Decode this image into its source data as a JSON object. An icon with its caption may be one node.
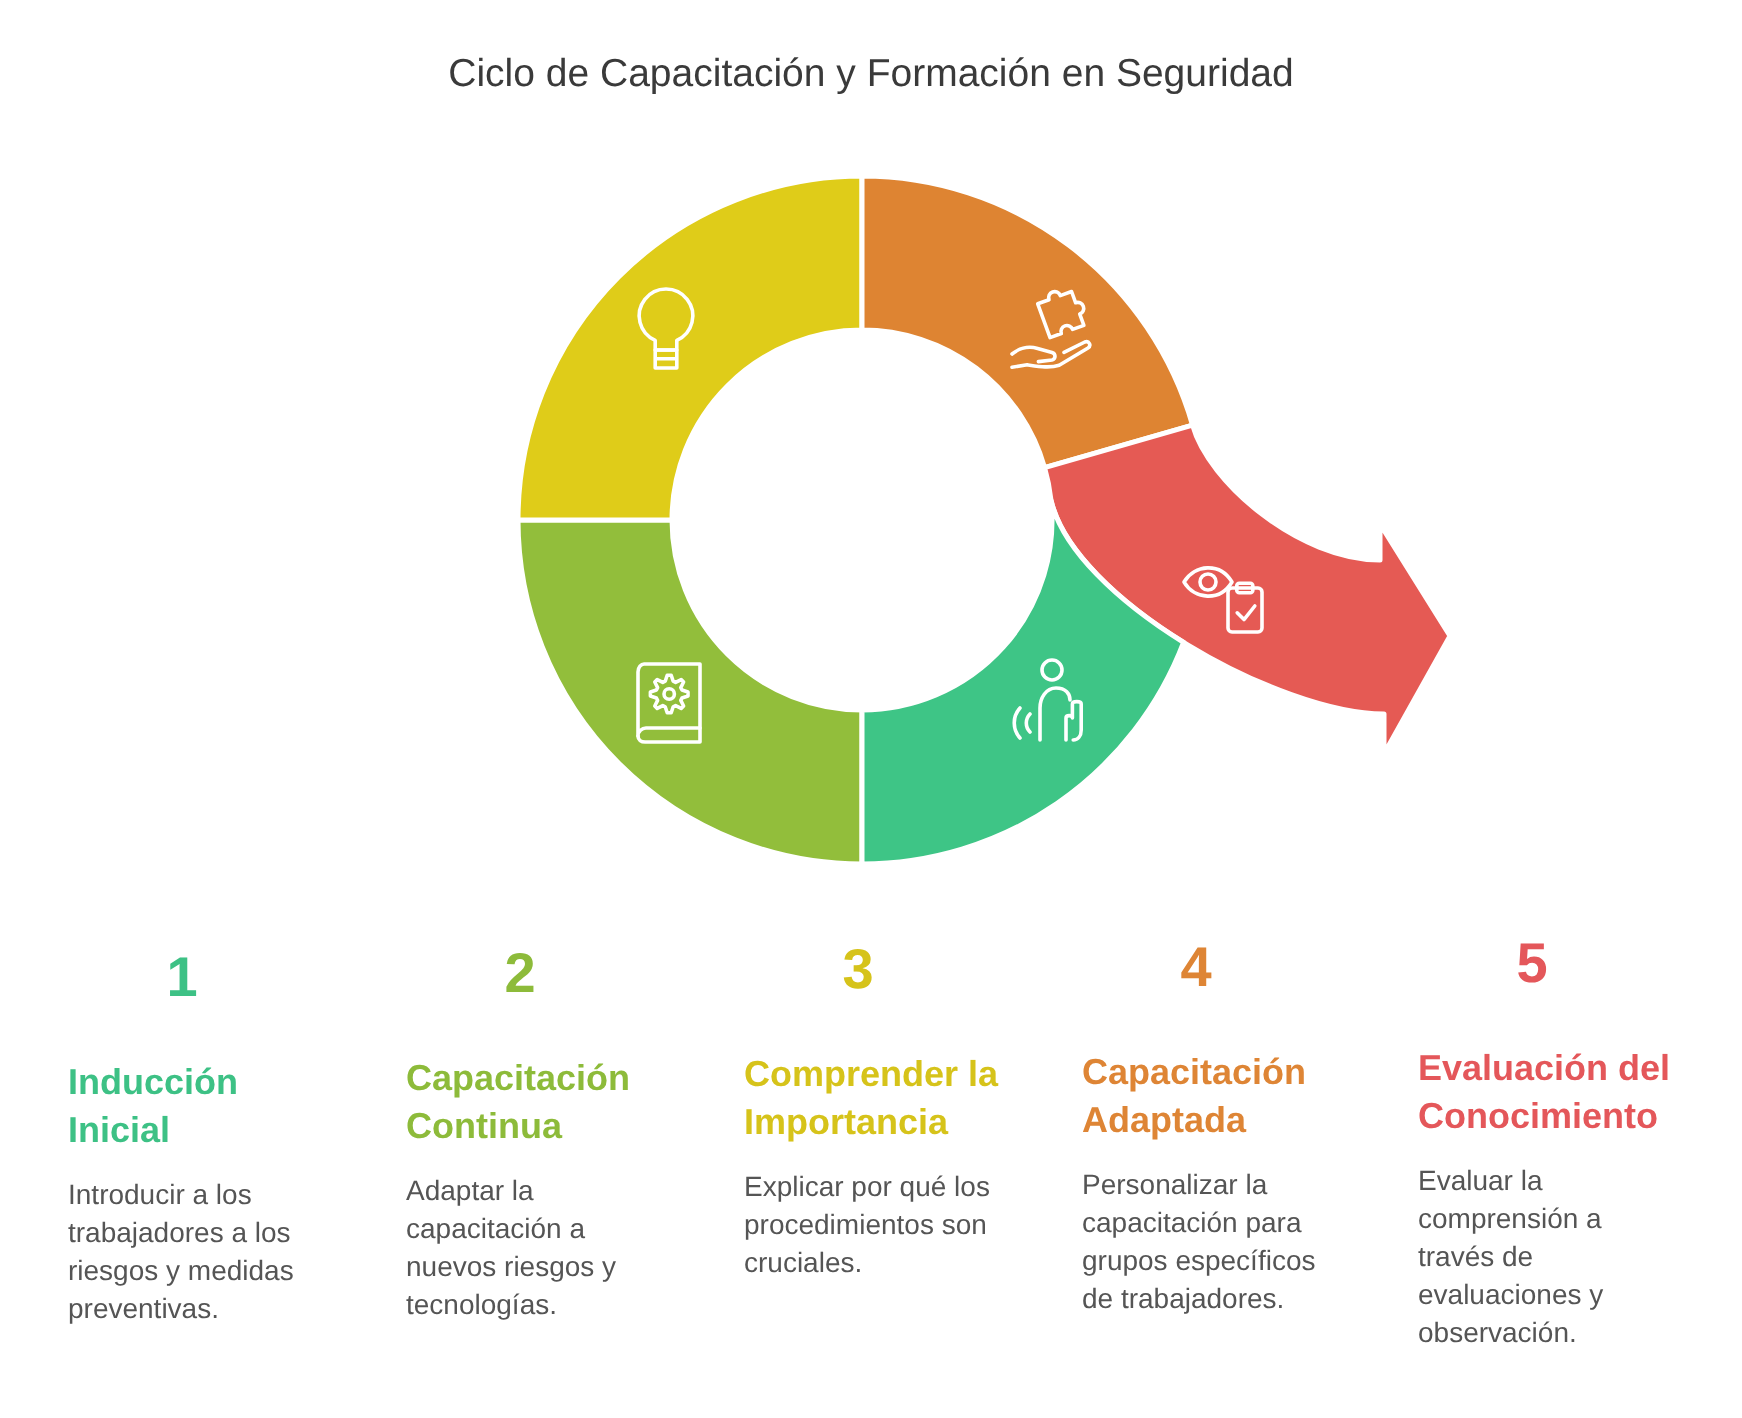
{
  "diagram": {
    "title": "Ciclo de Capacitación y Formación en Seguridad",
    "nodes": [
      {
        "text": [],
        "shape": "arc"
      },
      {
        "text": [],
        "shape": "arc"
      },
      {
        "text": [],
        "shape": "arc"
      },
      {
        "text": [],
        "shape": "arc"
      },
      {
        "text": [],
        "shape": "arrow"
      }
    ],
    "labels": [
      "1",
      "Inducción Inicial",
      "Introducir a los trabajadores a los riesgos y medidas preventivas.",
      "2",
      "Capacitación Continua",
      "Adaptar la capacitación a nuevos riesgos y tecnologías.",
      "3",
      "Comprender la Importancia",
      "Explicar por qué los procedimientos son cruciales.",
      "4",
      "Capacitación Adaptada",
      "Personalizar la capacitación para grupos específicos de trabajadores.",
      "5",
      "Evaluación del Conocimiento",
      "Evaluar la comprensión a través de evaluaciones y observación."
    ]
  }
}
